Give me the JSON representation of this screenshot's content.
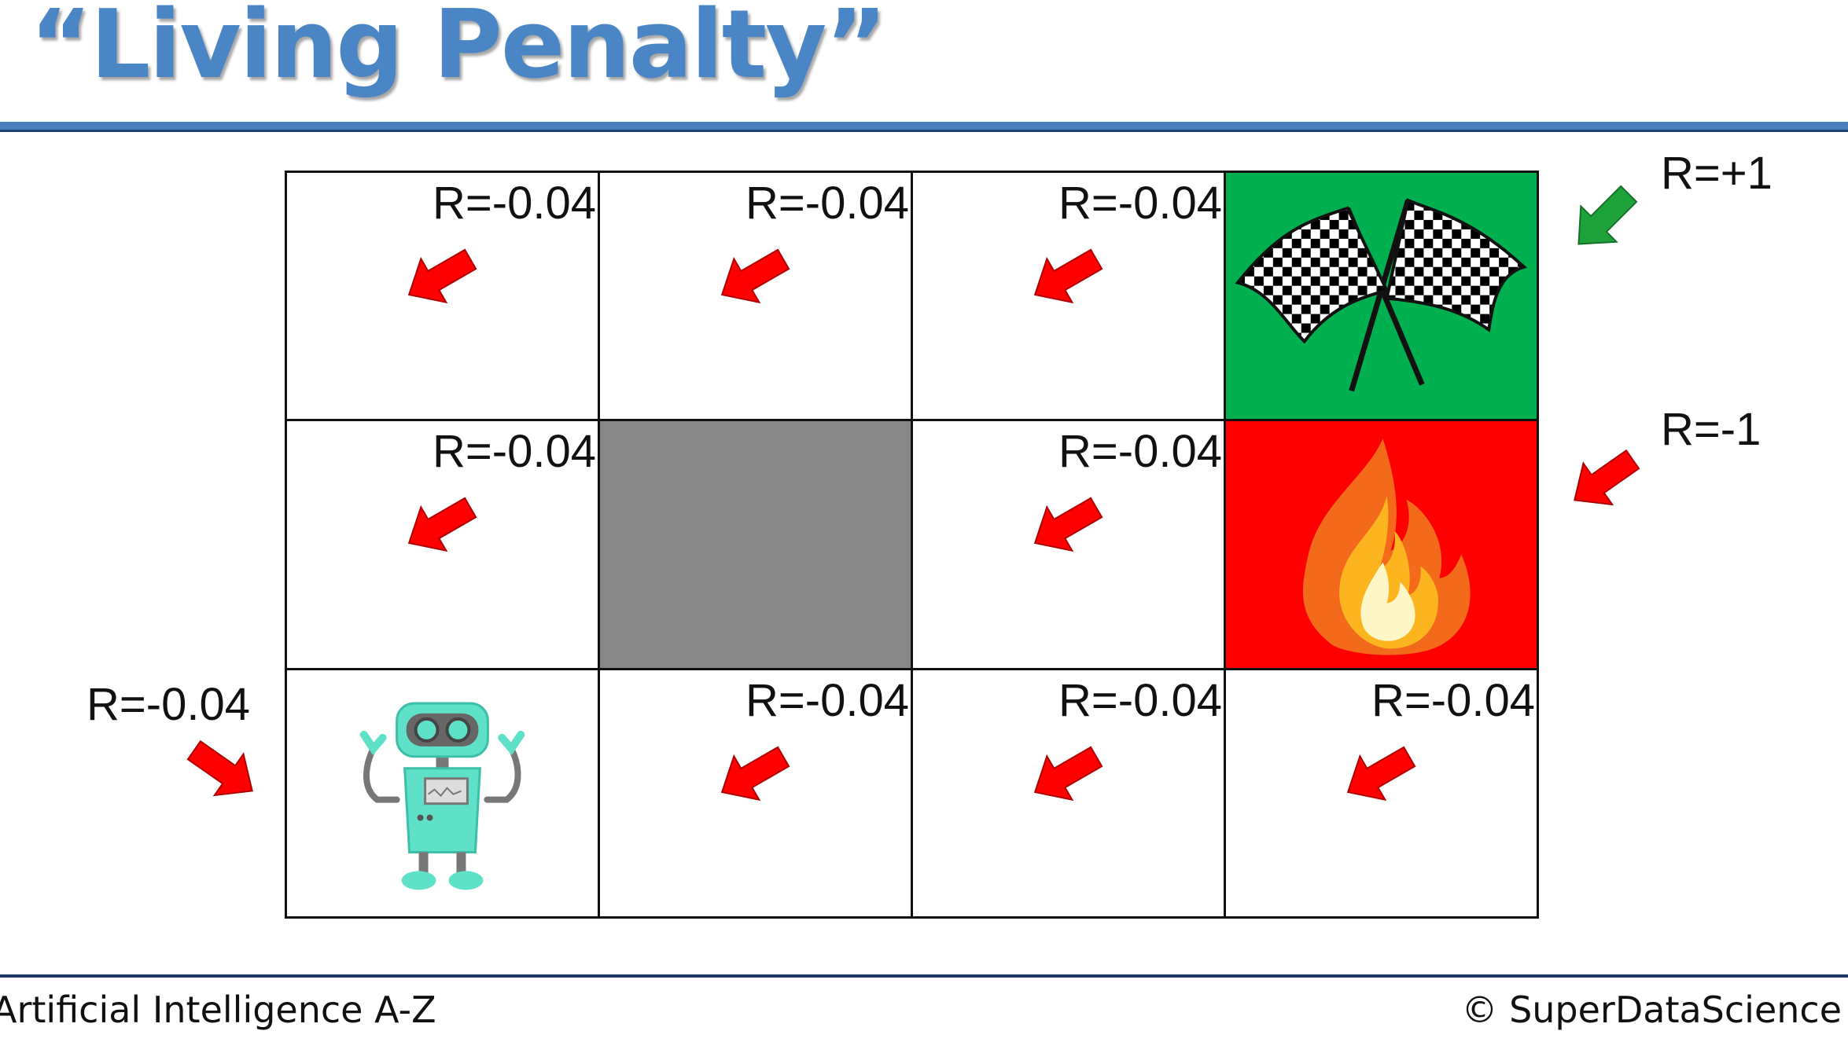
{
  "slide": {
    "title": "“Living Penalty”"
  },
  "grid": {
    "rows": [
      [
        {
          "kind": "empty",
          "reward": "R=-0.04",
          "arrow": true
        },
        {
          "kind": "empty",
          "reward": "R=-0.04",
          "arrow": true
        },
        {
          "kind": "empty",
          "reward": "R=-0.04",
          "arrow": true
        },
        {
          "kind": "goal",
          "icon": "checkered-flags-icon",
          "color": "#00b050"
        }
      ],
      [
        {
          "kind": "empty",
          "reward": "R=-0.04",
          "arrow": true
        },
        {
          "kind": "wall",
          "color": "#878787"
        },
        {
          "kind": "empty",
          "reward": "R=-0.04",
          "arrow": true
        },
        {
          "kind": "fire",
          "icon": "fire-icon",
          "color": "#ff0000"
        }
      ],
      [
        {
          "kind": "start",
          "icon": "robot-icon"
        },
        {
          "kind": "empty",
          "reward": "R=-0.04",
          "arrow": true
        },
        {
          "kind": "empty",
          "reward": "R=-0.04",
          "arrow": true
        },
        {
          "kind": "empty",
          "reward": "R=-0.04",
          "arrow": true
        }
      ]
    ]
  },
  "side_labels": {
    "goal_reward": "R=+1",
    "fire_reward": "R=-1",
    "start_reward": "R=-0.04"
  },
  "colors": {
    "title": "#4a86c5",
    "penalty_arrow": "#ff0000",
    "goal_arrow": "#1ea23a"
  },
  "footer": {
    "course": "Artificial Intelligence A-Z",
    "copyright": "© SuperDataScience"
  }
}
